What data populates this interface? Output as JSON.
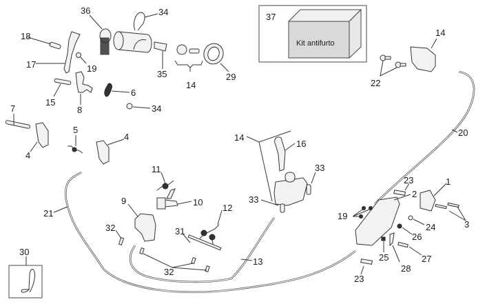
{
  "diagram": {
    "title": "Antitheft / seat lock parts exploded view",
    "kit_box": {
      "number": "37",
      "label": "Kit antifurto",
      "box_fill": "#d9d9d9"
    },
    "inset_box": {
      "number": "30"
    },
    "labels": [
      {
        "id": "l36",
        "text": "36"
      },
      {
        "id": "l34a",
        "text": "34"
      },
      {
        "id": "l18",
        "text": "18"
      },
      {
        "id": "l17",
        "text": "17"
      },
      {
        "id": "l19a",
        "text": "19"
      },
      {
        "id": "l35",
        "text": "35"
      },
      {
        "id": "l14a",
        "text": "14"
      },
      {
        "id": "l29",
        "text": "29"
      },
      {
        "id": "l6",
        "text": "6"
      },
      {
        "id": "l15",
        "text": "15"
      },
      {
        "id": "l8",
        "text": "8"
      },
      {
        "id": "l34b",
        "text": "34"
      },
      {
        "id": "l7",
        "text": "7"
      },
      {
        "id": "l4a",
        "text": "4"
      },
      {
        "id": "l5",
        "text": "5"
      },
      {
        "id": "l4b",
        "text": "4"
      },
      {
        "id": "l14b",
        "text": "14"
      },
      {
        "id": "l16",
        "text": "16"
      },
      {
        "id": "l33a",
        "text": "33"
      },
      {
        "id": "l33b",
        "text": "33"
      },
      {
        "id": "l14c",
        "text": "14"
      },
      {
        "id": "l22",
        "text": "22"
      },
      {
        "id": "l20",
        "text": "20"
      },
      {
        "id": "l11",
        "text": "11"
      },
      {
        "id": "l10",
        "text": "10"
      },
      {
        "id": "l9",
        "text": "9"
      },
      {
        "id": "l21",
        "text": "21"
      },
      {
        "id": "l12",
        "text": "12"
      },
      {
        "id": "l32a",
        "text": "32"
      },
      {
        "id": "l31",
        "text": "31"
      },
      {
        "id": "l32b",
        "text": "32"
      },
      {
        "id": "l13",
        "text": "13"
      },
      {
        "id": "l23a",
        "text": "23"
      },
      {
        "id": "l1",
        "text": "1"
      },
      {
        "id": "l2",
        "text": "2"
      },
      {
        "id": "l19b",
        "text": "19"
      },
      {
        "id": "l3",
        "text": "3"
      },
      {
        "id": "l24",
        "text": "24"
      },
      {
        "id": "l26",
        "text": "26"
      },
      {
        "id": "l25",
        "text": "25"
      },
      {
        "id": "l27",
        "text": "27"
      },
      {
        "id": "l28",
        "text": "28"
      },
      {
        "id": "l23b",
        "text": "23"
      }
    ]
  }
}
